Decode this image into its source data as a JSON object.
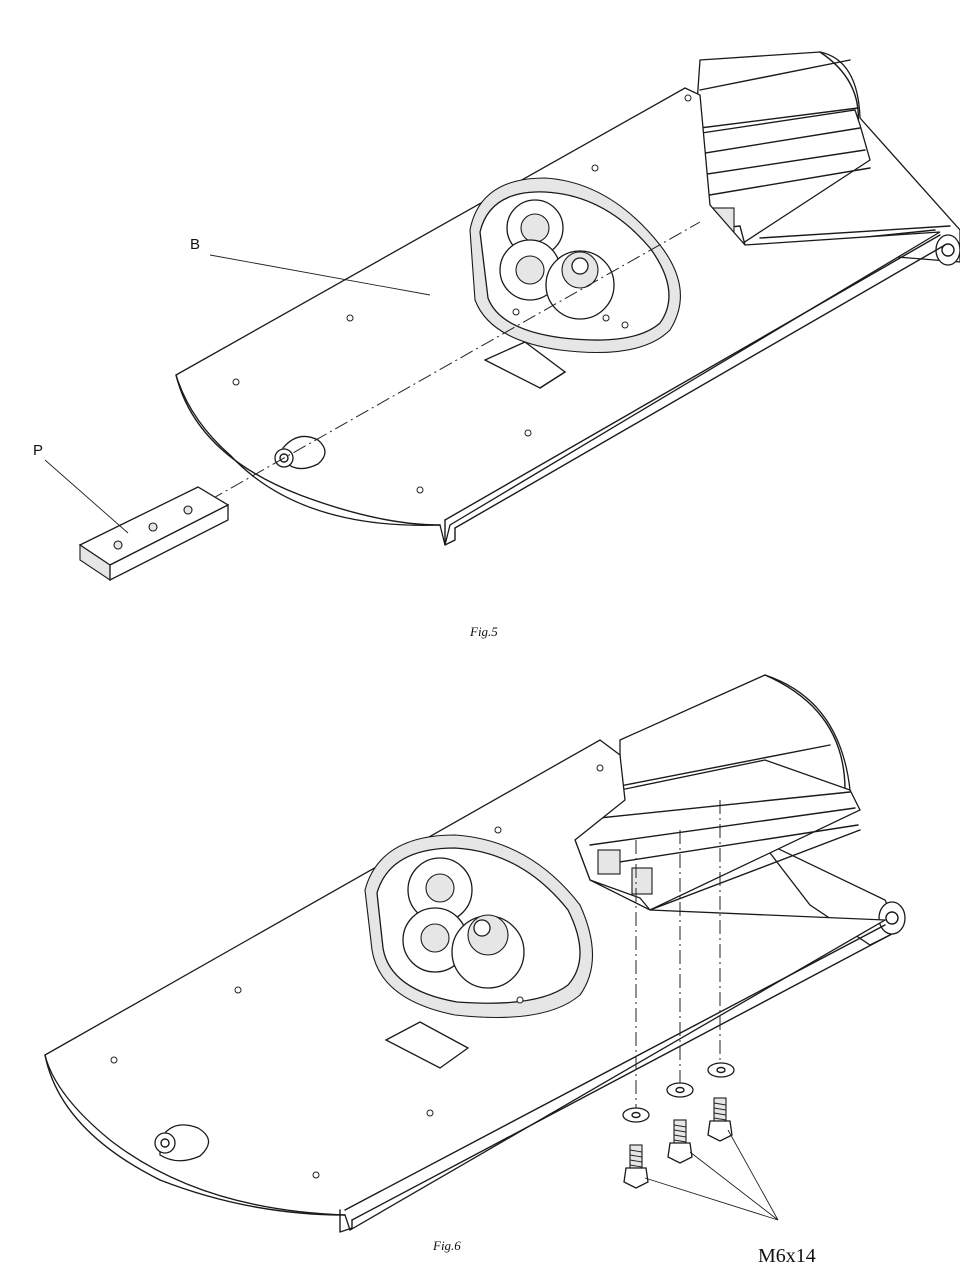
{
  "figures": [
    {
      "caption": "Fig.5",
      "labels": {
        "plate": "B",
        "pad": "P"
      }
    },
    {
      "caption": "Fig.6",
      "labels": {
        "screws": "M6x14"
      }
    }
  ]
}
